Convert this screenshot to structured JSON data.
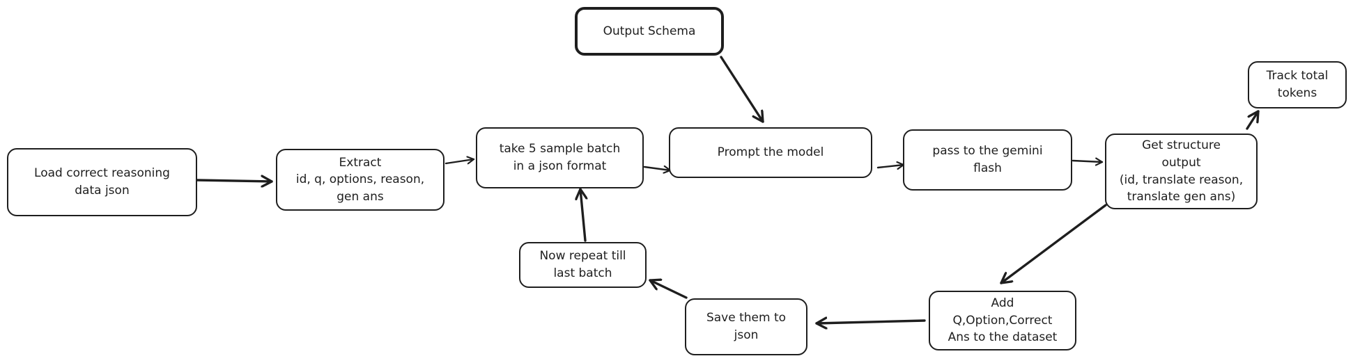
{
  "nodes": {
    "load": "Load correct reasoning\ndata json",
    "extract": "Extract\nid, q, options, reason,\ngen ans",
    "take": "take 5  sample batch\nin a json format",
    "output_schema": "Output Schema",
    "prompt": "Prompt the model",
    "gemini": "pass to the gemini\nflash",
    "structure": "Get structure\noutput\n(id, translate reason,\ntranslate gen ans)",
    "tokens": "Track total\ntokens",
    "add": "Add\nQ,Option,Correct\nAns to the dataset",
    "save": "Save them to\njson",
    "repeat": "Now repeat till\nlast batch"
  }
}
